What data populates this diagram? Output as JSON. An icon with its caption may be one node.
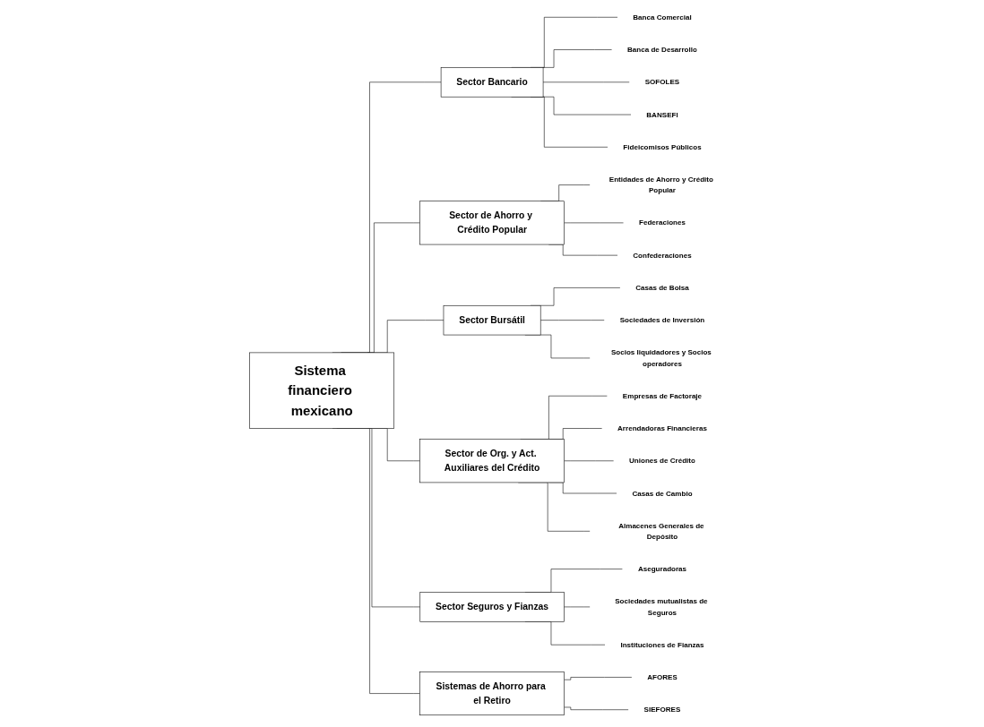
{
  "diagram": {
    "nodes": [
      {
        "text": [
          "Sistema financiero mexicano"
        ]
      },
      {
        "text": [
          "Sector Bancario"
        ]
      },
      {
        "text": [
          "Banca Comercial"
        ]
      },
      {
        "text": [
          "Banca de Desarrollo"
        ]
      },
      {
        "text": [
          "SOFOLES"
        ]
      },
      {
        "text": [
          "BANSEFI"
        ]
      },
      {
        "text": [
          "Fideicomisos Públicos"
        ]
      },
      {
        "text": [
          "Sector de Ahorro y Crédito Popular"
        ]
      },
      {
        "text": [
          "Entidades de Ahorro y Crédito Popular"
        ]
      },
      {
        "text": [
          "Federaciones"
        ]
      },
      {
        "text": [
          "Confederaciones"
        ]
      },
      {
        "text": [
          "Sector Bursátil"
        ]
      },
      {
        "text": [
          "Casas de Bolsa"
        ]
      },
      {
        "text": [
          "Sociedades de Inversión"
        ]
      },
      {
        "text": [
          "Socios liquidadores y Socios operadores"
        ]
      },
      {
        "text": [
          "Sector de Org. y Act. Auxiliares del Crédito"
        ]
      },
      {
        "text": [
          "Empresas de Factoraje"
        ]
      },
      {
        "text": [
          "Arrendadoras Financieras"
        ]
      },
      {
        "text": [
          "Uniones de Crédito"
        ]
      },
      {
        "text": [
          "Casas de Cambio"
        ]
      },
      {
        "text": [
          "Almacenes Generales de Depósito"
        ]
      },
      {
        "text": [
          "Sector Seguros y Fianzas"
        ]
      },
      {
        "text": [
          "Aseguradoras"
        ]
      },
      {
        "text": [
          "Sociedades mutualistas de Seguros"
        ]
      },
      {
        "text": [
          "Instituciones de Fianzas"
        ]
      },
      {
        "text": [
          "Sistemas de Ahorro para el Retiro"
        ]
      },
      {
        "text": [
          "AFORES"
        ]
      },
      {
        "text": [
          "SIEFORES"
        ]
      }
    ],
    "edges": [
      {
        "from": 0,
        "to": 1,
        "arrow": "none"
      },
      {
        "from": 1,
        "to": 2,
        "arrow": "none"
      },
      {
        "from": 1,
        "to": 3,
        "arrow": "none"
      },
      {
        "from": 1,
        "to": 4,
        "arrow": "none"
      },
      {
        "from": 1,
        "to": 5,
        "arrow": "none"
      },
      {
        "from": 1,
        "to": 6,
        "arrow": "none"
      },
      {
        "from": 0,
        "to": 7,
        "arrow": "none"
      },
      {
        "from": 7,
        "to": 8,
        "arrow": "none"
      },
      {
        "from": 7,
        "to": 9,
        "arrow": "none"
      },
      {
        "from": 7,
        "to": 10,
        "arrow": "none"
      },
      {
        "from": 0,
        "to": 11,
        "arrow": "none"
      },
      {
        "from": 11,
        "to": 12,
        "arrow": "none"
      },
      {
        "from": 11,
        "to": 13,
        "arrow": "none"
      },
      {
        "from": 11,
        "to": 14,
        "arrow": "none"
      },
      {
        "from": 0,
        "to": 15,
        "arrow": "none"
      },
      {
        "from": 15,
        "to": 16,
        "arrow": "none"
      },
      {
        "from": 15,
        "to": 17,
        "arrow": "none"
      },
      {
        "from": 15,
        "to": 18,
        "arrow": "none"
      },
      {
        "from": 15,
        "to": 19,
        "arrow": "none"
      },
      {
        "from": 15,
        "to": 20,
        "arrow": "none"
      },
      {
        "from": 0,
        "to": 21,
        "arrow": "none"
      },
      {
        "from": 21,
        "to": 22,
        "arrow": "none"
      },
      {
        "from": 21,
        "to": 23,
        "arrow": "none"
      },
      {
        "from": 21,
        "to": 24,
        "arrow": "none"
      },
      {
        "from": 0,
        "to": 25,
        "arrow": "none"
      },
      {
        "from": 25,
        "to": 26,
        "arrow": "none"
      },
      {
        "from": 25,
        "to": 27,
        "arrow": "none"
      }
    ]
  }
}
